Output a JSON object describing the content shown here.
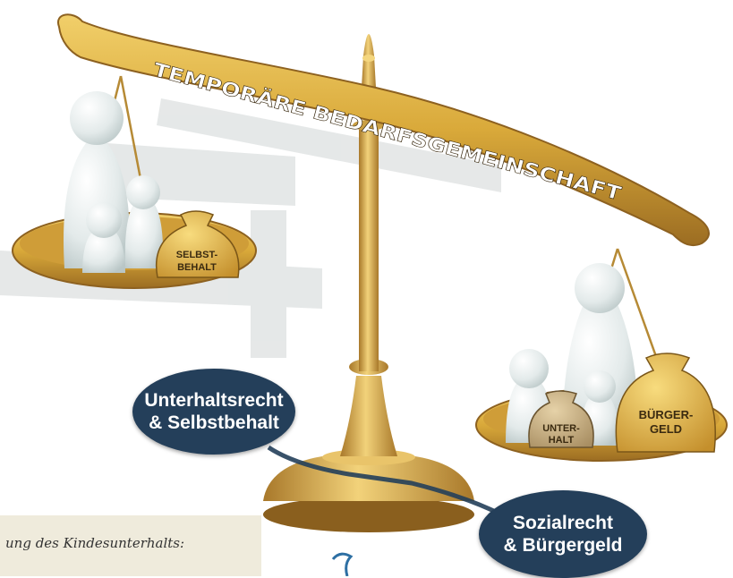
{
  "beam": {
    "label": "TEMPORÄRE BEDARFSGEMEINSCHAFT"
  },
  "left_pan": {
    "bag_label_line1": "SELBST-",
    "bag_label_line2": "BEHALT"
  },
  "right_pan": {
    "bag_small_line1": "UNTER-",
    "bag_small_line2": "HALT",
    "bag_large_line1": "BÜRGER-",
    "bag_large_line2": "GELD"
  },
  "left_callout": {
    "line1": "Unterhaltsrecht",
    "line2": "& Selbstbehalt"
  },
  "right_callout": {
    "line1": "Sozialrecht",
    "line2": "& Bürgergeld"
  },
  "note": {
    "text": "ung des Kindesunterhalts:"
  },
  "colors": {
    "gold": "#d9a93a",
    "gold_dark": "#a8782a",
    "navy": "#243f5a",
    "figure": "#e6ecec",
    "paper": "#efebdc"
  }
}
